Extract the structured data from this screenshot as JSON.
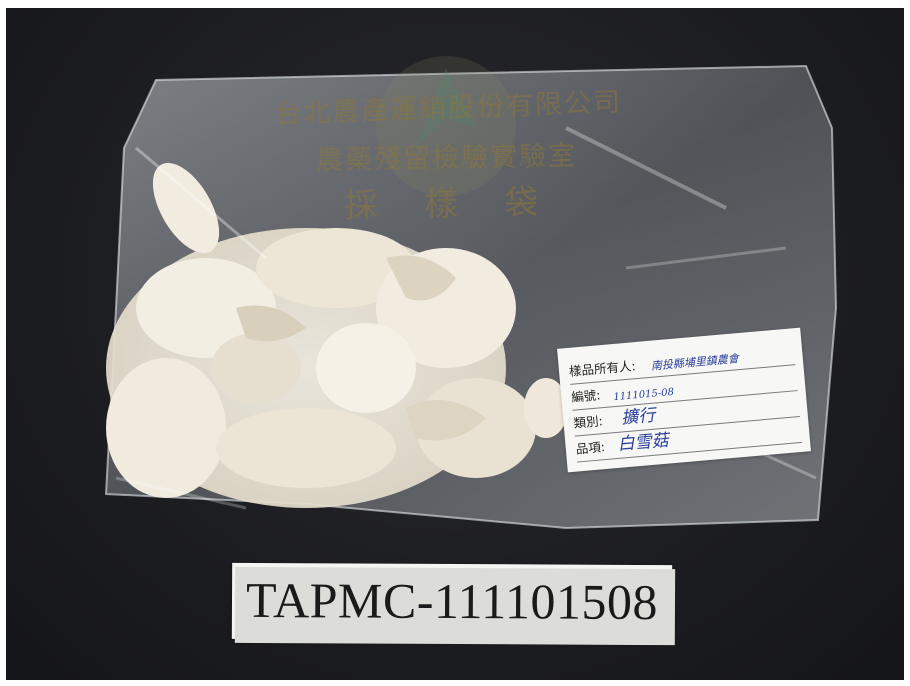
{
  "bag": {
    "company": "台北農產運銷股份有限公司",
    "lab": "農藥殘留檢驗實驗室",
    "bag_title": "採樣袋"
  },
  "sample_label": {
    "owner_label": "樣品所有人:",
    "owner_value": "南投縣埔里鎮農會",
    "id_label": "編號:",
    "id_value": "1111015-08",
    "type_label": "類別:",
    "type_value": "擴行",
    "item_label": "品項:",
    "item_value": "白雪菇"
  },
  "code_card": {
    "text": "TAPMC-111101508"
  },
  "colors": {
    "table": "#1d1e22",
    "bag_print": "#8c763c",
    "handwriting_ink": "#2a3f9a"
  }
}
